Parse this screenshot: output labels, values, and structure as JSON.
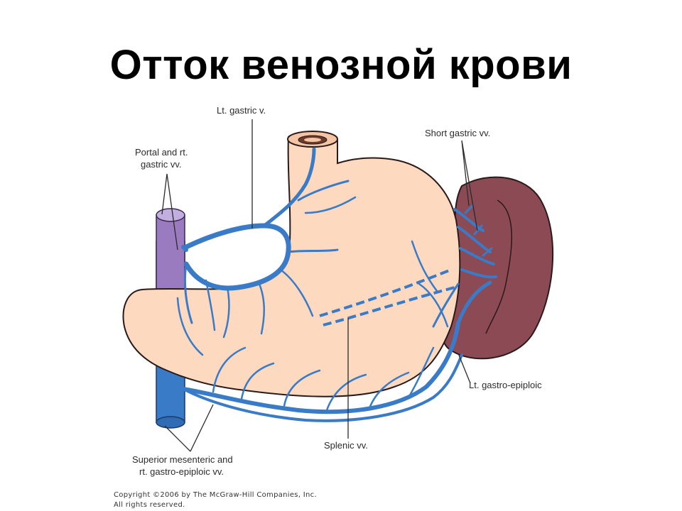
{
  "title": "Отток венозной крови",
  "labels": {
    "lt_gastric": "Lt. gastric v.",
    "portal_line1": "Portal and rt.",
    "portal_line2": "gastric vv.",
    "short_gastric": "Short gastric vv.",
    "lt_gastro_epiploic": "Lt. gastro-epiploic",
    "splenic": "Splenic vv.",
    "sup_mes_line1": "Superior mesenteric and",
    "sup_mes_line2": "rt. gastro-epiploic vv."
  },
  "copyright": {
    "line1": "Copyright ©2006 by The McGraw-Hill Companies, Inc.",
    "line2": "All rights reserved."
  },
  "colors": {
    "stomach": "#fcd9bf",
    "vein": "#3a7bc8",
    "vein_dark": "#1f5fa8",
    "portal_vein": "#9b7bc0",
    "spleen": "#8c4a55"
  }
}
